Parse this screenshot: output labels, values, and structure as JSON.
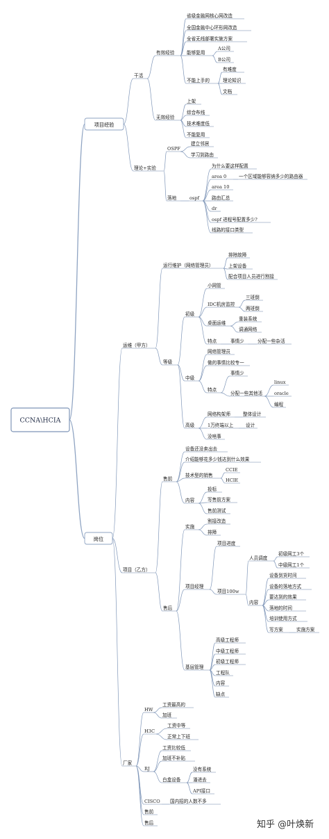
{
  "root": "CCNA\\HCIA",
  "watermark": "知乎 @叶焕新",
  "l1": {
    "project": "项目经验",
    "post": "岗位"
  },
  "labels": {
    "gh": "干活",
    "yxjy": "有效经验",
    "yxjy_1": "省级金融网核心网改造",
    "yxjy_2": "全国金融中心环形网改造",
    "yxjy_3": "全省无线部署实施方案",
    "nfz": "能够复用",
    "nfz_a": "A公司",
    "nfz_b": "B公司",
    "bns": "不能上手的",
    "bns_1": "有难度",
    "bns_2": "理论知识",
    "bns_3": "文档",
    "wxjy": "无效经验",
    "wx_1": "上架",
    "wx_2": "综合布线",
    "wx_3": "技术难度低",
    "wx_4": "不能复用",
    "llsz": "理论+实验",
    "ospf1": "OSPF",
    "ospf1_1": "建立邻居",
    "ospf1_2": "学习到路由",
    "ld": "落地",
    "ospf2": "ospf",
    "o_1": "为什么要这样配置",
    "o_2a": "area 0",
    "o_2b": "一个区域能够容纳多少的路由器",
    "o_3": "area 10",
    "o_4": "路由汇总",
    "o_5": "dr",
    "o_6": "ospf 进程号配置多少?",
    "o_7": "线路的接口类型",
    "yw": "运维（甲方）",
    "yxwh": "运行维护（网络管理员）",
    "yxwh_1": "排除故障",
    "yxwh_2": "上架设备",
    "yxwh_3": "配合项目人员进行割接",
    "dj": "等级",
    "cj": "初级",
    "cj_1": "小网管",
    "cj_2": "IDC机房监控",
    "cj_2a": "三班倒",
    "cj_2b": "两班倒",
    "cj_3": "桌面运维",
    "cj_3a": "重装系统",
    "cj_3b": "调通网络",
    "cj_4": "特点",
    "cj_4a": "事情少",
    "cj_4b": "分配一些杂活",
    "zj": "中级",
    "zj_1": "网络管理员",
    "zj_2": "做的事情比较专一",
    "zj_3": "特点",
    "zj_3a": "事情少",
    "zj_3b": "分配一些其他活",
    "zj_3b1": "linux",
    "zj_3b2": "oracle",
    "zj_3b3": "编程",
    "gj": "高级",
    "gj_1": "网络构架师",
    "gj_1a": "整体设计",
    "gj_2": "1万终端以上",
    "gj_2a": "设计",
    "gj_3": "没啥事",
    "xm": "项目（乙方）",
    "sq": "售前",
    "sq_1": "设备还没卖出去",
    "sq_2": "介绍能够花多少钱达到什么效果",
    "sq_3": "技术型的销售",
    "sq_3a": "CCIE",
    "sq_3b": "HCIE",
    "sq_4": "内容",
    "sq_4a": "投标",
    "sq_4b": "写售前方案",
    "sq_4c": "售前测试",
    "sh": "售后",
    "ss": "实施",
    "ss_1": "割接改造",
    "ss_2": "排障",
    "xmjl": "项目经理",
    "xmjl_1": "项目进度",
    "xm100": "项目100w",
    "rydd": "人员调度",
    "rydd_1": "初级网工3个",
    "rydd_2": "中级网工1个",
    "nr": "内容",
    "nr_1": "设备到货时间",
    "nr_2": "设备的落地方式",
    "nr_3": "要达到的效果",
    "nr_4": "落地的时间",
    "nr_5": "培训使用方式",
    "nr_6": "写方案",
    "nr_6a": "实施方案",
    "jcgl": "基层管理",
    "jc_1": "高级工程师",
    "jc_2": "中级工程师",
    "jc_3": "初级工程师",
    "jc_4": "工程队",
    "jc_5": "内容",
    "jc_6": "缺点",
    "cs": "厂家",
    "hw": "HW",
    "hw_1": "工资最高的",
    "hw_2": "加班",
    "h3c": "H3C",
    "h3c_1": "工资中等",
    "h3c_2": "正常上下班",
    "rj": "RJ",
    "rj_1": "工资比较低",
    "rj_2": "加班不补贴",
    "bhsb": "白盒设备",
    "bh_1": "没有系统",
    "bh_2": "潘进去",
    "bh_3": "API接口",
    "cisco": "CISCO",
    "cisco_1": "国内招的人数不多",
    "cs_sq": "售前",
    "cs_sh": "售后"
  }
}
